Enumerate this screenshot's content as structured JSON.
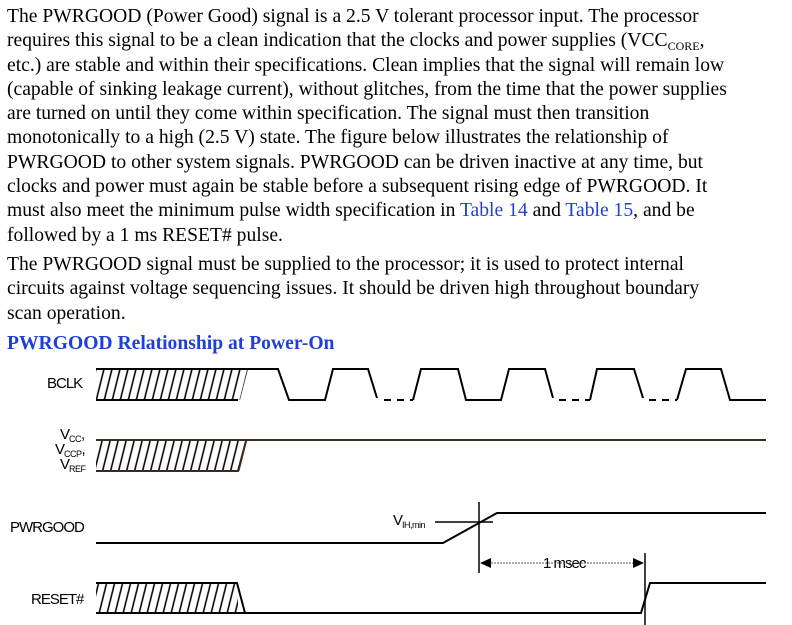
{
  "paragraph1": {
    "lines": [
      "The PWRGOOD (Power Good) signal is a 2.5 V tolerant processor input. The processor",
      "requires this signal to be a clean indication that the clocks and power supplies (VCC",
      "etc.) are stable and within their specifications. Clean implies that the signal will remain low",
      "(capable of sinking leakage current), without glitches, from the time that the power supplies",
      "are turned on until they come within specification. The signal must then transition",
      "monotonically to a high (2.5 V) state. The figure below illustrates the relationship of",
      "PWRGOOD to other system signals. PWRGOOD can be driven inactive at any time, but",
      "clocks and power must again be stable before a subsequent rising edge of PWRGOOD. It"
    ],
    "line2_sub": "CORE",
    "line2_tail": ",",
    "line9_a": "must also meet the minimum pulse width specification in ",
    "link_table14": "Table 14",
    "line9_b": " and ",
    "link_table15": "Table 15",
    "line9_c": ", and be",
    "line10": "followed by a 1 ms RESET# pulse."
  },
  "paragraph2": {
    "lines": [
      "The PWRGOOD signal must be supplied to the processor; it is used to protect internal",
      "circuits against voltage sequencing issues. It should be driven high throughout boundary",
      "scan operation."
    ]
  },
  "figure": {
    "title": "PWRGOOD Relationship at Power-On",
    "signals": {
      "bclk": "BCLK",
      "vcc": "V",
      "vcc_sub": "CC",
      "vccp": "V",
      "vccp_sub": "CCP",
      "vref": "V",
      "vref_sub": "REF",
      "pwrgood": "PWRGOOD",
      "reset": "RESET#"
    },
    "vih": "V",
    "vih_sub": "IH,min",
    "interval": "1 msec",
    "colors": {
      "link": "#1f3fd6",
      "line": "#000000"
    }
  }
}
